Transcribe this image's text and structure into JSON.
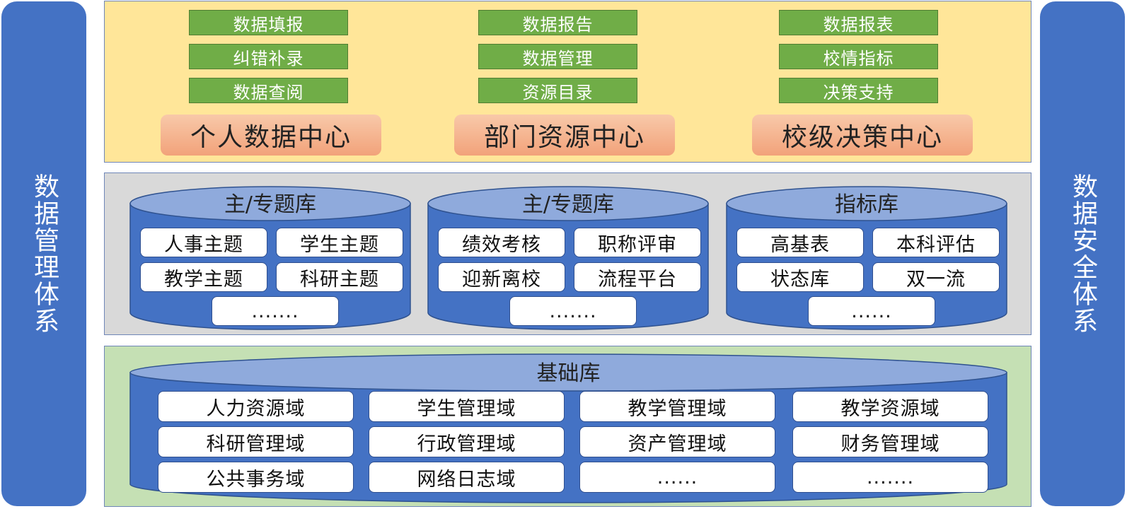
{
  "left_panel": "数据管理体系",
  "right_panel": "数据安全体系",
  "top": {
    "columns": [
      {
        "items": [
          "数据填报",
          "纠错补录",
          "数据查阅"
        ],
        "center": "个人数据中心"
      },
      {
        "items": [
          "数据报告",
          "数据管理",
          "资源目录"
        ],
        "center": "部门资源中心"
      },
      {
        "items": [
          "数据报表",
          "校情指标",
          "决策支持"
        ],
        "center": "校级决策中心"
      }
    ]
  },
  "middle": {
    "dbs": [
      {
        "title": "主/专题库",
        "items": [
          "人事主题",
          "学生主题",
          "教学主题",
          "科研主题",
          "......."
        ]
      },
      {
        "title": "主/专题库",
        "items": [
          "绩效考核",
          "职称评审",
          "迎新离校",
          "流程平台",
          "......."
        ]
      },
      {
        "title": "指标库",
        "items": [
          "高基表",
          "本科评估",
          "状态库",
          "双一流",
          "......"
        ]
      }
    ]
  },
  "bottom": {
    "title": "基础库",
    "items": [
      "人力资源域",
      "学生管理域",
      "教学管理域",
      "教学资源域",
      "科研管理域",
      "行政管理域",
      "资产管理域",
      "财务管理域",
      "公共事务域",
      "网络日志域",
      "......",
      "......."
    ]
  },
  "colors": {
    "side": "#4472c4",
    "top_band": "#ffe699",
    "mid_band": "#d9d9d9",
    "bot_band": "#c5e0b4",
    "green_button": "#70ad47",
    "center_label": "#f4b183",
    "cylinder_body": "#4472c4",
    "cylinder_top": "#8faadc"
  }
}
